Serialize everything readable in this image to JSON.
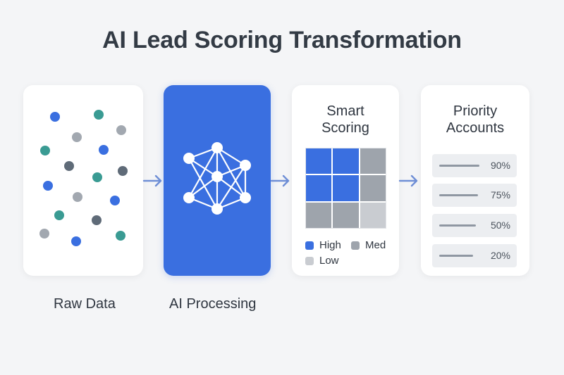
{
  "title": "AI Lead Scoring Transformation",
  "colors": {
    "accent_blue": "#3a6fe0",
    "teal": "#3a9b93",
    "gray": "#a2a8b0",
    "dark_gray": "#5f6b78",
    "arrow": "#6f8fd6"
  },
  "stages": {
    "raw": {
      "caption": "Raw Data"
    },
    "ai": {
      "caption": "AI Processing",
      "icon": "neural-network-icon"
    },
    "scoring": {
      "heading_line1": "Smart",
      "heading_line2": "Scoring",
      "grid": [
        [
          "high",
          "high",
          "med"
        ],
        [
          "high",
          "high",
          "med"
        ],
        [
          "med",
          "med",
          "low"
        ]
      ],
      "legend": [
        {
          "key": "high",
          "label": "High"
        },
        {
          "key": "med",
          "label": "Med"
        },
        {
          "key": "low",
          "label": "Low"
        }
      ]
    },
    "priority": {
      "heading_line1": "Priority",
      "heading_line2": "Accounts",
      "accounts": [
        {
          "percent": "90%",
          "score": 0.9
        },
        {
          "percent": "75%",
          "score": 0.75
        },
        {
          "percent": "50%",
          "score": 0.5
        },
        {
          "percent": "20%",
          "score": 0.2
        }
      ]
    }
  }
}
